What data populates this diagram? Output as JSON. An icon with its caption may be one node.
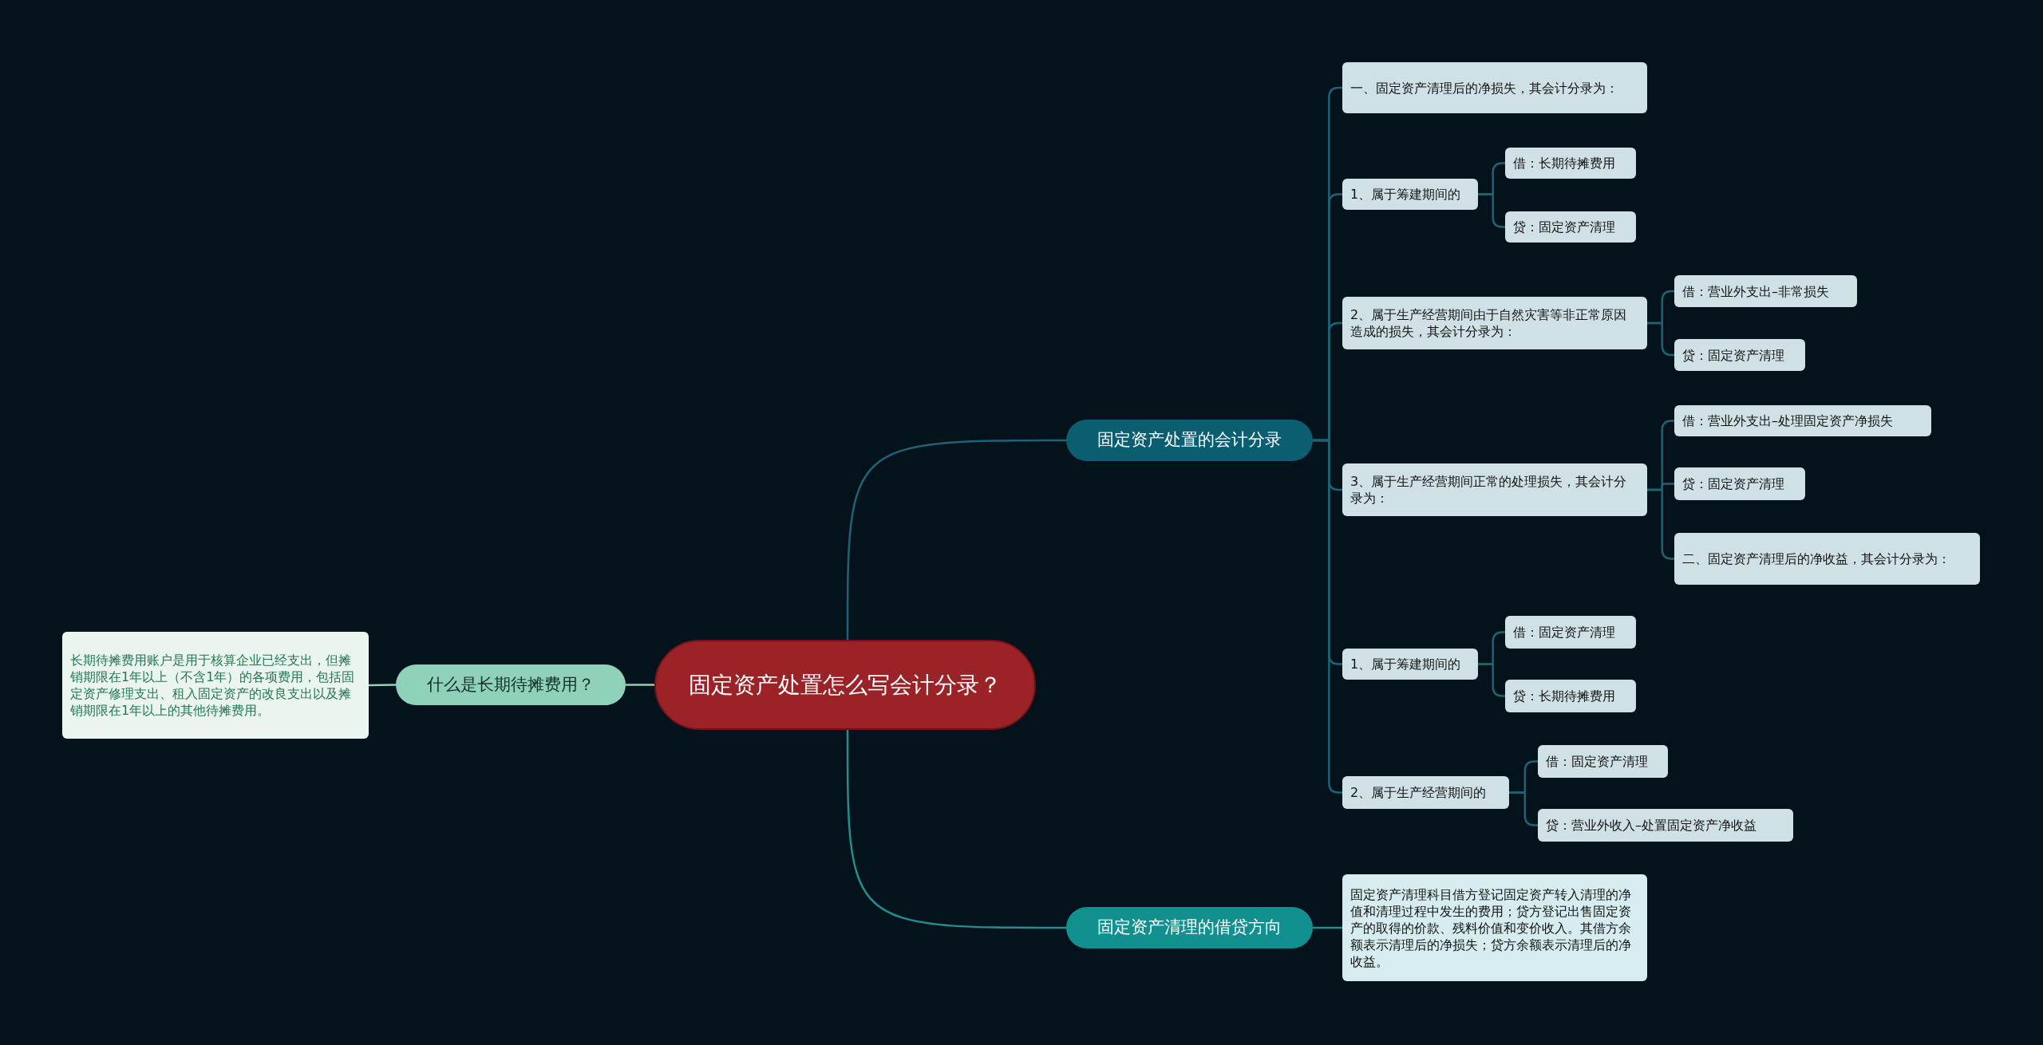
{
  "diagram": {
    "nodes": [
      {
        "text": [
          "固定资产处置怎么写会计分录？"
        ]
      },
      {
        "text": [
          "什么是长期待摊费用？"
        ]
      },
      {
        "text": [
          "长期待摊费用账户是用于核算企业已经支出，但摊销期限在1年以上（不含1年）的各项费用，包括固定资产修理支出、租入固定资产的改良支出以及摊销期限在1年以上的其他待摊费用。"
        ]
      },
      {
        "text": [
          "固定资产处置的会计分录"
        ]
      },
      {
        "text": [
          "一、固定资产清理后的净损失，其会计分录为："
        ]
      },
      {
        "text": [
          "1、属于筹建期间的"
        ]
      },
      {
        "text": [
          "借：长期待摊费用"
        ]
      },
      {
        "text": [
          "贷：固定资产清理"
        ]
      },
      {
        "text": [
          "2、属于生产经营期间由于自然灾害等非正常原因造成的损失，其会计分录为："
        ]
      },
      {
        "text": [
          "借：营业外支出–非常损失"
        ]
      },
      {
        "text": [
          "贷：固定资产清理"
        ]
      },
      {
        "text": [
          "3、属于生产经营期间正常的处理损失，其会计分录为："
        ]
      },
      {
        "text": [
          "借：营业外支出–处理固定资产净损失"
        ]
      },
      {
        "text": [
          "贷：固定资产清理"
        ]
      },
      {
        "text": [
          "二、固定资产清理后的净收益，其会计分录为："
        ]
      },
      {
        "text": [
          "1、属于筹建期间的"
        ]
      },
      {
        "text": [
          "借：固定资产清理"
        ]
      },
      {
        "text": [
          "贷：长期待摊费用"
        ]
      },
      {
        "text": [
          "2、属于生产经营期间的"
        ]
      },
      {
        "text": [
          "借：固定资产清理"
        ]
      },
      {
        "text": [
          "贷：营业外收入–处置固定资产净收益"
        ]
      },
      {
        "text": [
          "固定资产清理的借贷方向"
        ]
      },
      {
        "text": [
          "固定资产清理科目借方登记固定资产转入清理的净值和清理过程中发生的费用；贷方登记出售固定资产的取得的价款、残料价值和变价收入。其借方余额表示清理后的净损失；贷方余额表示清理后的净收益。"
        ]
      }
    ],
    "edges": [
      {
        "from": 0,
        "to": 1,
        "arrow": "none",
        "color": "#8fd1b9"
      },
      {
        "from": 1,
        "to": 2,
        "arrow": "none",
        "color": "#8fd1b9"
      },
      {
        "from": 0,
        "to": 3,
        "arrow": "none"
      },
      {
        "from": 3,
        "to": 4,
        "arrow": "none"
      },
      {
        "from": 3,
        "to": 5,
        "arrow": "none"
      },
      {
        "from": 5,
        "to": 6,
        "arrow": "none"
      },
      {
        "from": 5,
        "to": 7,
        "arrow": "none"
      },
      {
        "from": 3,
        "to": 8,
        "arrow": "none"
      },
      {
        "from": 8,
        "to": 9,
        "arrow": "none"
      },
      {
        "from": 8,
        "to": 10,
        "arrow": "none"
      },
      {
        "from": 3,
        "to": 11,
        "arrow": "none"
      },
      {
        "from": 11,
        "to": 12,
        "arrow": "none"
      },
      {
        "from": 11,
        "to": 13,
        "arrow": "none"
      },
      {
        "from": 11,
        "to": 14,
        "arrow": "none"
      },
      {
        "from": 3,
        "to": 15,
        "arrow": "none"
      },
      {
        "from": 15,
        "to": 16,
        "arrow": "none"
      },
      {
        "from": 15,
        "to": 17,
        "arrow": "none"
      },
      {
        "from": 3,
        "to": 18,
        "arrow": "none"
      },
      {
        "from": 18,
        "to": 19,
        "arrow": "none"
      },
      {
        "from": 18,
        "to": 20,
        "arrow": "none"
      },
      {
        "from": 0,
        "to": 21,
        "arrow": "none",
        "color": "#1f8f8f"
      },
      {
        "from": 21,
        "to": 22,
        "arrow": "none",
        "color": "#1f8f8f"
      }
    ]
  }
}
